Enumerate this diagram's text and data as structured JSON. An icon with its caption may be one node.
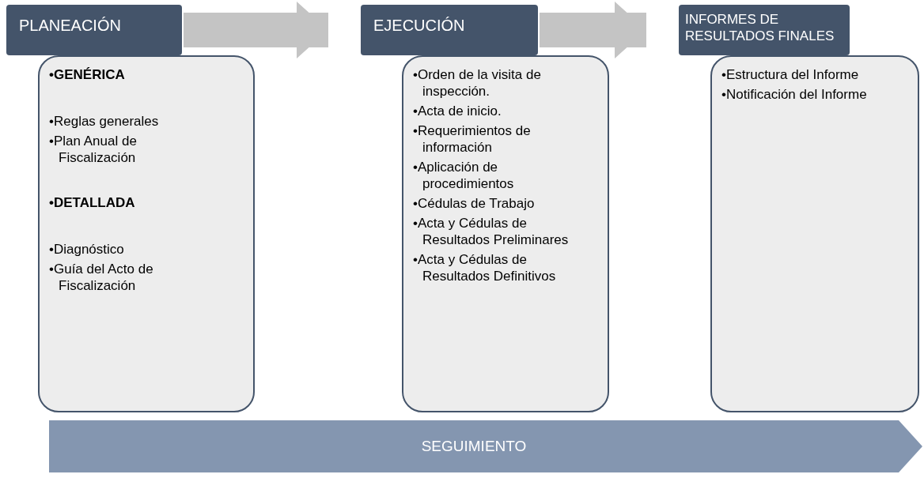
{
  "diagram": {
    "nodes": [
      {
        "text": [
          "PLANEACIÓN"
        ]
      },
      {
        "text": [
          "•GENÉRICA",
          "•Reglas generales",
          "•Plan Anual de Fiscalización",
          "•DETALLADA",
          "•Diagnóstico",
          "•Guía del Acto de Fiscalización"
        ]
      },
      {
        "text": [
          "EJECUCIÓN"
        ]
      },
      {
        "text": [
          "•Orden de la visita de inspección.",
          "•Acta de inicio.",
          "•Requerimientos de información",
          "•Aplicación de procedimientos",
          "•Cédulas de Trabajo",
          "•Acta y Cédulas de Resultados Preliminares",
          "•Acta y Cédulas de Resultados Definitivos"
        ]
      },
      {
        "text": [
          "INFORMES DE RESULTADOS FINALES"
        ]
      },
      {
        "text": [
          "•Estructura del Informe",
          "•Notificación del Informe"
        ]
      },
      {
        "text": [
          "SEGUIMIENTO"
        ]
      }
    ],
    "edges": [
      {
        "from": 0,
        "to": 2,
        "arrow": "to"
      },
      {
        "from": 2,
        "to": 4,
        "arrow": "to"
      }
    ]
  }
}
